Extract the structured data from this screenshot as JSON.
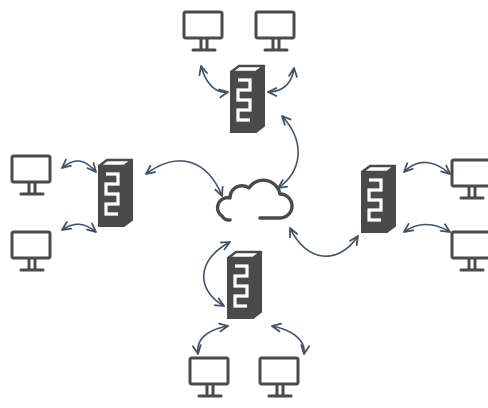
{
  "diagram": {
    "type": "network-topology",
    "colors": {
      "outline": "#4a4a4a",
      "icon_fill": "#ffffff",
      "server_fill": "#4a4a4a",
      "arrow": "#3f5467"
    },
    "center": {
      "icon": "cloud-icon"
    },
    "servers": [
      {
        "id": "server-top",
        "icon": "server-tower-icon",
        "clients": [
          "monitor-icon",
          "monitor-icon"
        ]
      },
      {
        "id": "server-left",
        "icon": "server-tower-icon",
        "clients": [
          "monitor-icon",
          "monitor-icon"
        ]
      },
      {
        "id": "server-right",
        "icon": "server-tower-icon",
        "clients": [
          "monitor-icon",
          "monitor-icon"
        ]
      },
      {
        "id": "server-bottom",
        "icon": "server-tower-icon",
        "clients": [
          "monitor-icon",
          "monitor-icon"
        ]
      }
    ],
    "connections": {
      "server_to_cloud": "bidirectional",
      "client_to_server": "bidirectional"
    }
  }
}
